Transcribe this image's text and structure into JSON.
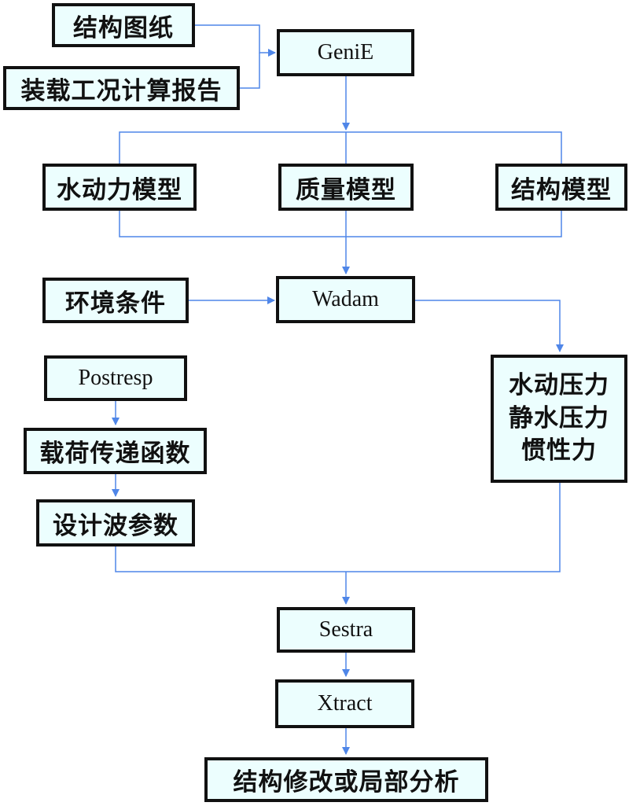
{
  "colors": {
    "box_fill": "#ecfefe",
    "box_border": "#111111",
    "connector": "#4f86e8"
  },
  "nodes": {
    "structural_drawings": "结构图纸",
    "loading_report": "装载工况计算报告",
    "genie": "GeniE",
    "hydrodynamic_model": "水动力模型",
    "mass_model": "质量模型",
    "structural_model": "结构模型",
    "environment_conditions": "环境条件",
    "wadam": "Wadam",
    "postresp": "Postresp",
    "load_transfer_function": "载荷传递函数",
    "design_wave_params": "设计波参数",
    "pressures": [
      "水动压力",
      "静水压力",
      "惯性力"
    ],
    "sestra": "Sestra",
    "xtract": "Xtract",
    "modification_analysis": "结构修改或局部分析"
  }
}
